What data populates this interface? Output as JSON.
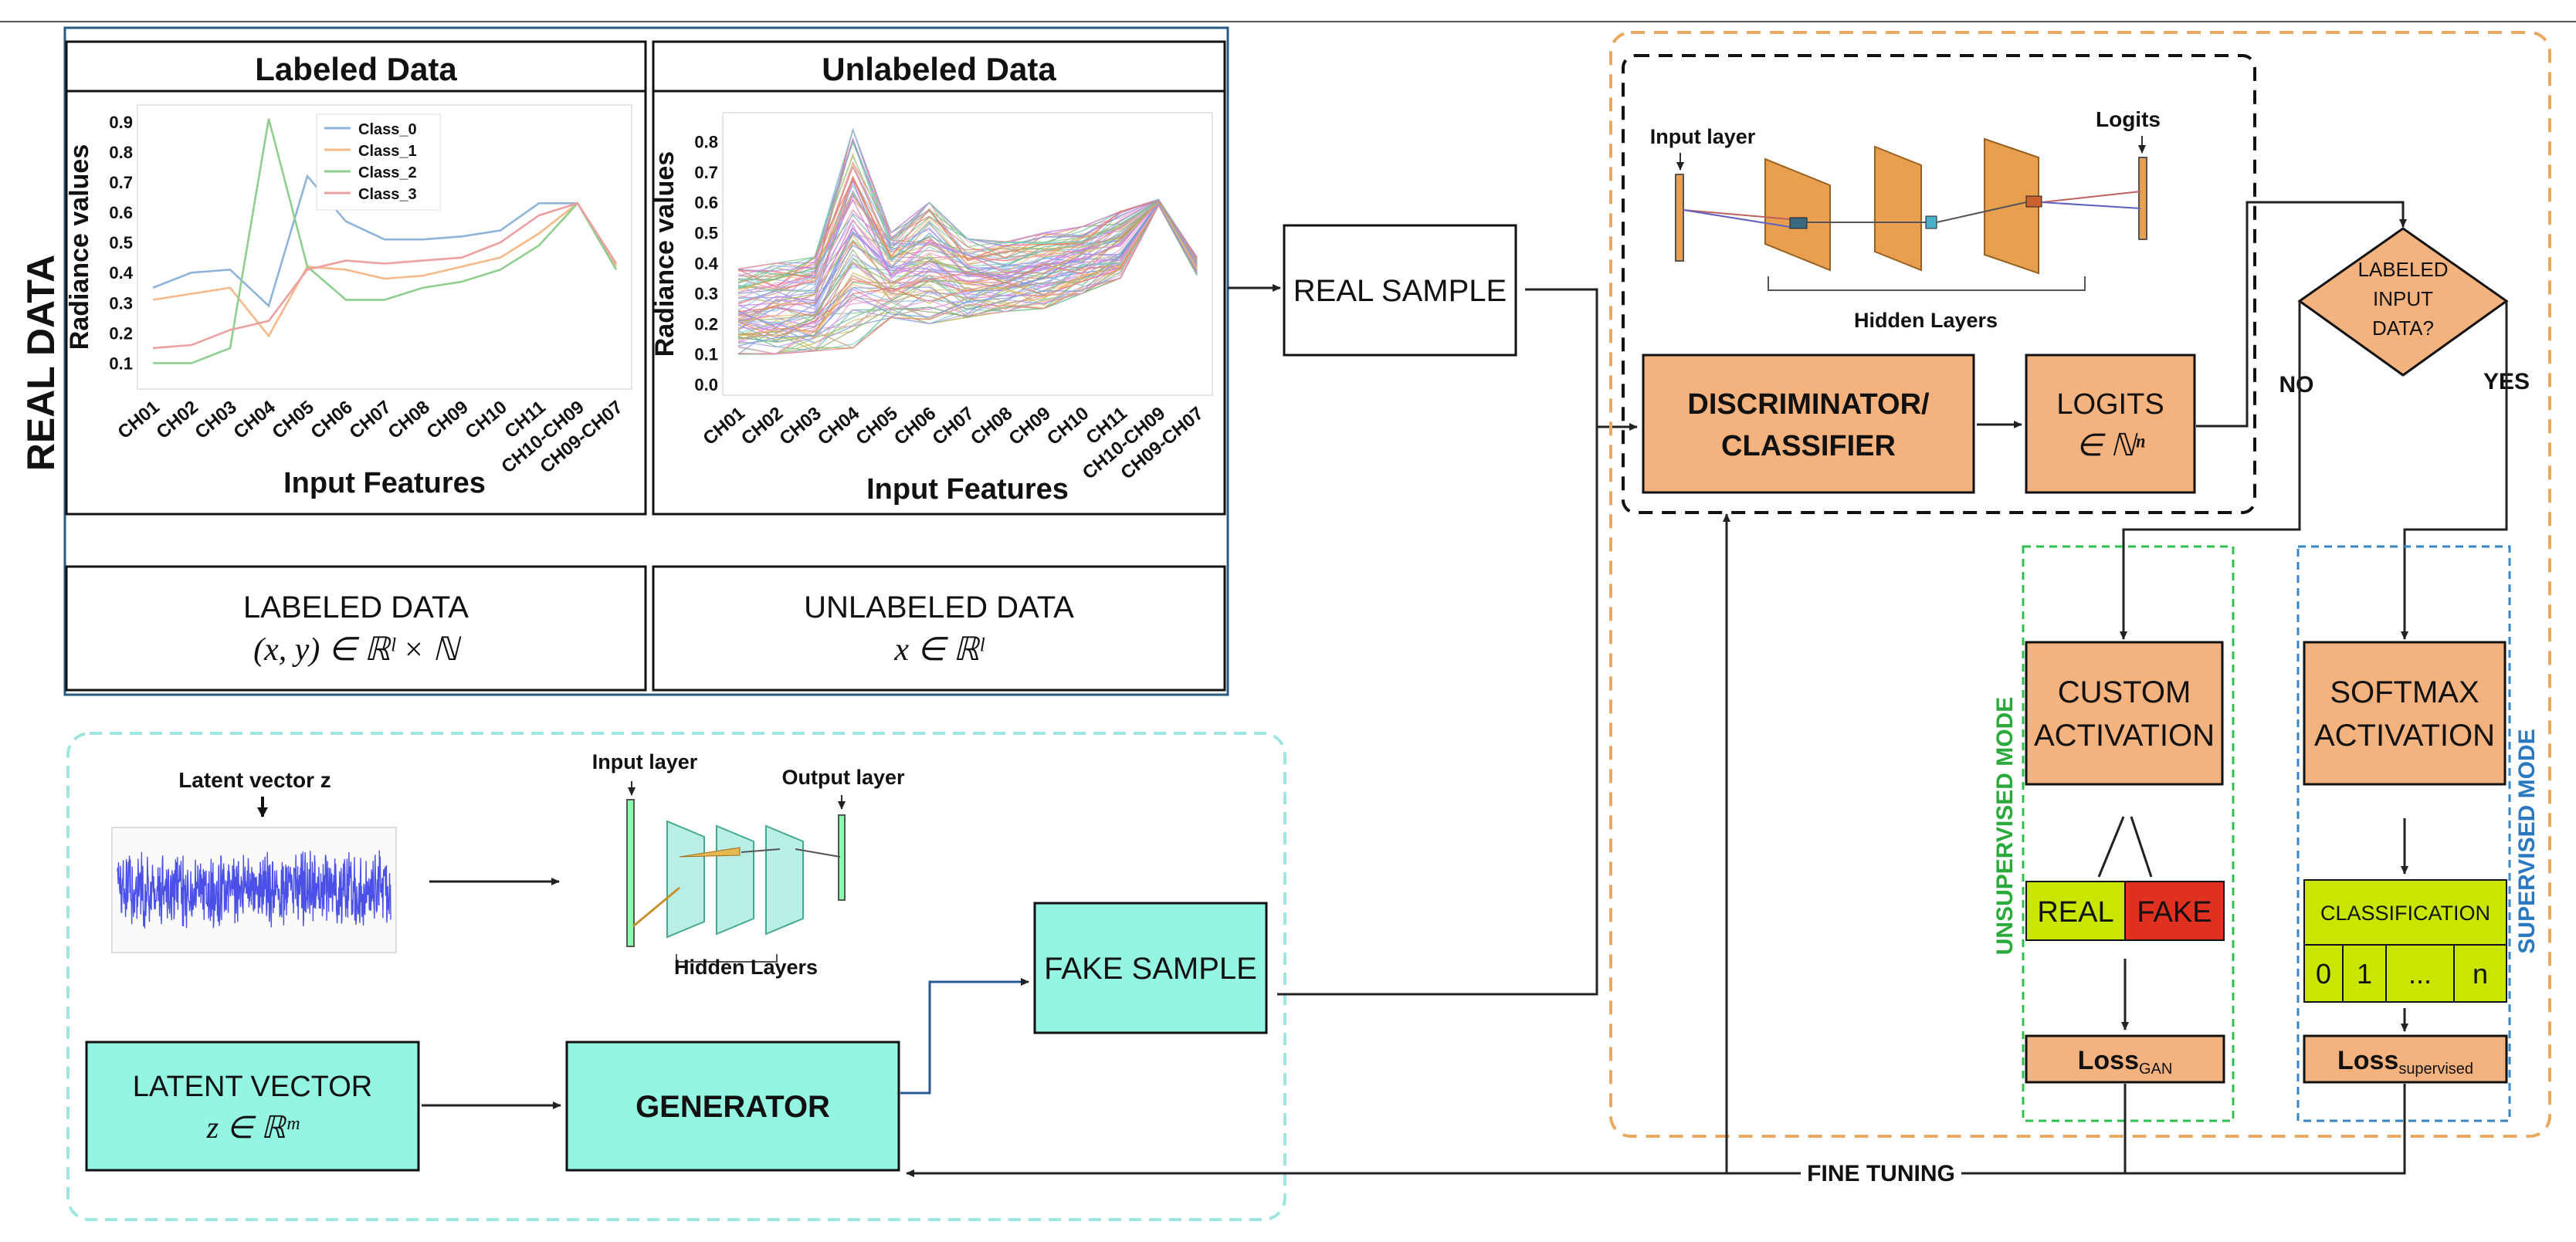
{
  "real_data": {
    "side_title": "REAL DATA",
    "labeled_chart_title": "Labeled Data",
    "unlabeled_chart_title": "Unlabeled Data",
    "labeled_box_title": "LABELED DATA",
    "labeled_box_formula": "(x, y) ∈ ℝˡ × ℕ",
    "unlabeled_box_title": "UNLABELED DATA",
    "unlabeled_box_formula": "x ∈ ℝˡ"
  },
  "chart_data": [
    {
      "type": "line",
      "title": "Labeled Data",
      "xlabel": "Input Features",
      "ylabel": "Radiance values",
      "categories": [
        "CH01",
        "CH02",
        "CH03",
        "CH04",
        "CH05",
        "CH06",
        "CH07",
        "CH08",
        "CH09",
        "CH10",
        "CH11",
        "CH10-CH09",
        "CH09-CH07"
      ],
      "ylim": [
        0.05,
        0.92
      ],
      "yticks": [
        "0.9",
        "0.8",
        "0.7",
        "0.6",
        "0.5",
        "0.4",
        "0.3",
        "0.2",
        "0.1"
      ],
      "ytick_values": [
        0.9,
        0.8,
        0.7,
        0.6,
        0.5,
        0.4,
        0.3,
        0.2,
        0.1
      ],
      "legend": "top-left",
      "series": [
        {
          "name": "Class_0",
          "color": "#8fb4d9",
          "values": [
            0.35,
            0.4,
            0.41,
            0.29,
            0.72,
            0.57,
            0.51,
            0.51,
            0.52,
            0.54,
            0.63,
            0.63,
            0.43
          ]
        },
        {
          "name": "Class_1",
          "color": "#f5b98a",
          "values": [
            0.31,
            0.33,
            0.35,
            0.19,
            0.42,
            0.41,
            0.38,
            0.39,
            0.42,
            0.45,
            0.53,
            0.63,
            0.42
          ]
        },
        {
          "name": "Class_2",
          "color": "#8fce8f",
          "values": [
            0.1,
            0.1,
            0.15,
            0.91,
            0.42,
            0.31,
            0.31,
            0.35,
            0.37,
            0.41,
            0.49,
            0.63,
            0.41
          ]
        },
        {
          "name": "Class_3",
          "color": "#eea0a0",
          "values": [
            0.15,
            0.16,
            0.21,
            0.24,
            0.41,
            0.44,
            0.43,
            0.44,
            0.45,
            0.5,
            0.59,
            0.63,
            0.43
          ]
        }
      ]
    },
    {
      "type": "line",
      "title": "Unlabeled Data",
      "xlabel": "Input Features",
      "ylabel": "Radiance values",
      "categories": [
        "CH01",
        "CH02",
        "CH03",
        "CH04",
        "CH05",
        "CH06",
        "CH07",
        "CH08",
        "CH09",
        "CH10",
        "CH11",
        "CH10-CH09",
        "CH09-CH07"
      ],
      "ylim": [
        0.0,
        0.86
      ],
      "yticks": [
        "0.8",
        "0.7",
        "0.6",
        "0.5",
        "0.4",
        "0.3",
        "0.2",
        "0.1",
        "0.0"
      ],
      "ytick_values": [
        0.8,
        0.7,
        0.6,
        0.5,
        0.4,
        0.3,
        0.2,
        0.1,
        0.0
      ],
      "series_count": 90,
      "series_band_low": [
        0.1,
        0.1,
        0.11,
        0.12,
        0.22,
        0.2,
        0.22,
        0.24,
        0.25,
        0.3,
        0.35,
        0.59,
        0.36
      ],
      "series_band_high": [
        0.38,
        0.4,
        0.42,
        0.84,
        0.5,
        0.6,
        0.48,
        0.47,
        0.5,
        0.52,
        0.57,
        0.61,
        0.42
      ]
    }
  ],
  "flow": {
    "real_sample": "REAL SAMPLE",
    "fake_sample": "FAKE SAMPLE",
    "latent_vector_title": "LATENT VECTOR",
    "latent_vector_formula": "z ∈ ℝᵐ",
    "generator": "GENERATOR",
    "discriminator_line1": "DISCRIMINATOR/",
    "discriminator_line2": "CLASSIFIER",
    "logits_title": "LOGITS",
    "logits_formula": "∈ ℕⁿ",
    "decision_line1": "LABELED",
    "decision_line2": "INPUT",
    "decision_line3": "DATA?",
    "no_label": "NO",
    "yes_label": "YES",
    "custom_line1": "CUSTOM",
    "custom_line2": "ACTIVATION",
    "softmax_line1": "SOFTMAX",
    "softmax_line2": "ACTIVATION",
    "real_label": "REAL",
    "fake_label": "FAKE",
    "classification_label": "CLASSIFICATION",
    "class_cells": [
      "0",
      "1",
      "...",
      "n"
    ],
    "loss_gan_main": "Loss",
    "loss_gan_sub": "GAN",
    "loss_sup_main": "Loss",
    "loss_sup_sub": "supervised",
    "unsupervised_mode": "UNSUPERVISED MODE",
    "supervised_mode": "SUPERVISED MODE",
    "fine_tuning": "FINE TUNING"
  },
  "network_labels": {
    "disc_input_layer": "Input layer",
    "disc_logits": "Logits",
    "disc_hidden_layers": "Hidden Layers",
    "gen_latent_vector": "Latent vector z",
    "gen_input_layer": "Input layer",
    "gen_output_layer": "Output layer",
    "gen_hidden_layers": "Hidden Layers"
  },
  "colors": {
    "orange_box": "#f4b27e",
    "teal_box": "#94f5e3",
    "lime": "#c8e600",
    "fake_red": "#e03020",
    "orange_dash": "#e8a960",
    "teal_dash": "#9fe6e0",
    "green_dash": "#2fbf4f",
    "blue_dash": "#3a84c4",
    "unsupervised_text": "#2aaa3a",
    "supervised_text": "#2a78c0"
  }
}
